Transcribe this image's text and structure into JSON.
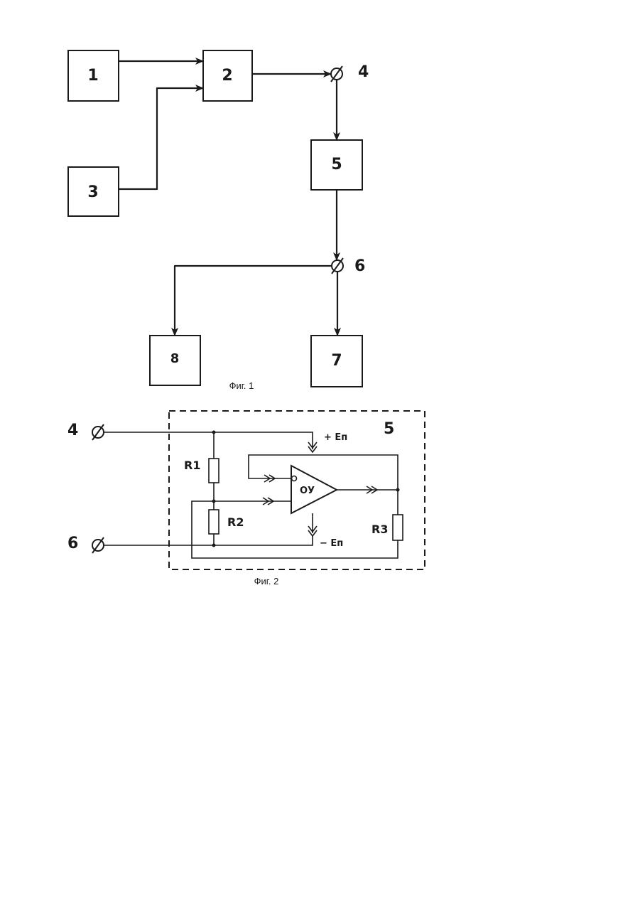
{
  "fig1": {
    "blocks": [
      "1",
      "2",
      "3",
      "5",
      "7",
      "8"
    ],
    "terminals": [
      "4",
      "6"
    ],
    "caption": "Фиг. 1"
  },
  "fig2": {
    "block_number": "5",
    "terminals": [
      "4",
      "6"
    ],
    "resistors": [
      "R1",
      "R2",
      "R3"
    ],
    "opamp_label": "ОУ",
    "supply_pos": "+ Eп",
    "supply_neg": "− Eп",
    "caption": "Фиг. 2"
  }
}
